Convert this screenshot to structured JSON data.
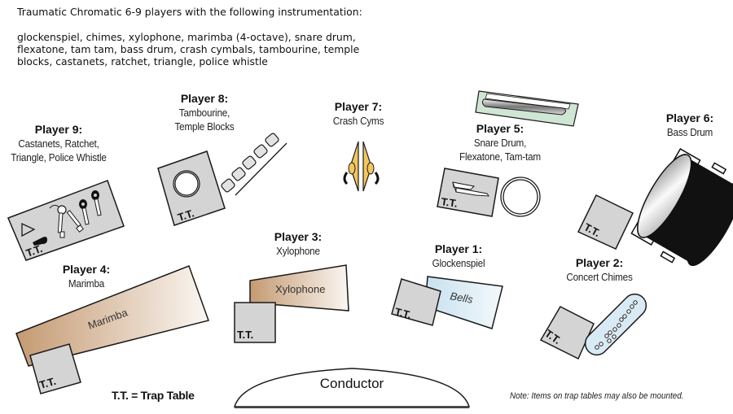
{
  "header": {
    "title": "Traumatic Chromatic 6-9 players with the following instrumentation:",
    "instrumentation_lines": [
      "glockenspiel, chimes, xylophone, marimba (4-octave), snare drum,",
      "flexatone, tam tam, bass drum, crash cymbals, tambourine, temple",
      "blocks, castanets, ratchet, triangle, police whistle"
    ]
  },
  "players": [
    {
      "id": "player-9",
      "name": "Player 9:",
      "lines": [
        "Castanets, Ratchet,",
        "Triangle, Police Whistle"
      ]
    },
    {
      "id": "player-8",
      "name": "Player 8:",
      "lines": [
        "Tambourine,",
        "Temple Blocks"
      ]
    },
    {
      "id": "player-7",
      "name": "Player 7:",
      "lines": [
        "Crash Cyms"
      ]
    },
    {
      "id": "player-5",
      "name": "Player 5:",
      "lines": [
        "Snare Drum,",
        "Flexatone, Tam-tam"
      ]
    },
    {
      "id": "player-6",
      "name": "Player 6:",
      "lines": [
        "Bass Drum"
      ]
    },
    {
      "id": "player-4",
      "name": "Player 4:",
      "lines": [
        "Marimba"
      ]
    },
    {
      "id": "player-3",
      "name": "Player 3:",
      "lines": [
        "Xylophone"
      ]
    },
    {
      "id": "player-1",
      "name": "Player 1:",
      "lines": [
        "Glockenspiel"
      ]
    },
    {
      "id": "player-2",
      "name": "Player 2:",
      "lines": [
        "Concert Chimes"
      ]
    }
  ],
  "instrument_labels": {
    "marimba": "Marimba",
    "xylophone": "Xylophone",
    "bells": "Bells",
    "trap_table": "T.T."
  },
  "conductor": "Conductor",
  "legend": "T.T. = Trap Table",
  "note": "Note: Items on trap tables may also be mounted.",
  "colors": {
    "trap_table": "#d4d4d4",
    "wood": "#c9a07a",
    "bells": "#cfe6f2",
    "chimes": "#d8eaf4",
    "tamtam_frame": "#cfe6d4",
    "cymbal": "#f2c760",
    "outline": "#1a1a1a"
  }
}
